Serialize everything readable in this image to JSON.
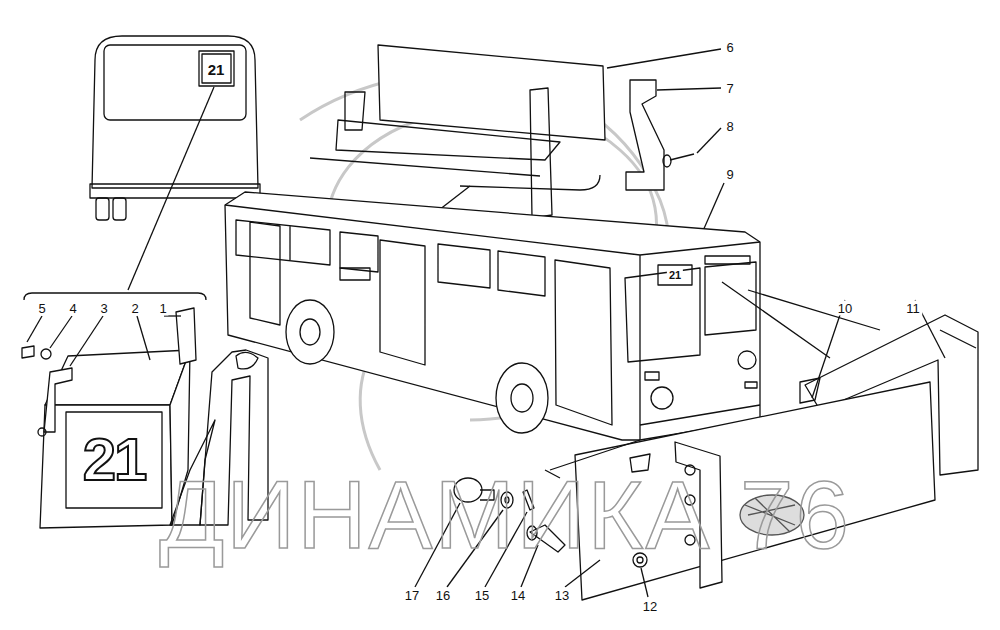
{
  "diagram": {
    "labels": [
      "21",
      "6",
      "7",
      "8",
      "9",
      "21",
      "5",
      "4",
      "3",
      "2",
      "1",
      "10",
      "11",
      "21",
      "17",
      "16",
      "15",
      "14",
      "13",
      "12",
      "ДИНАМИКА 76"
    ]
  }
}
